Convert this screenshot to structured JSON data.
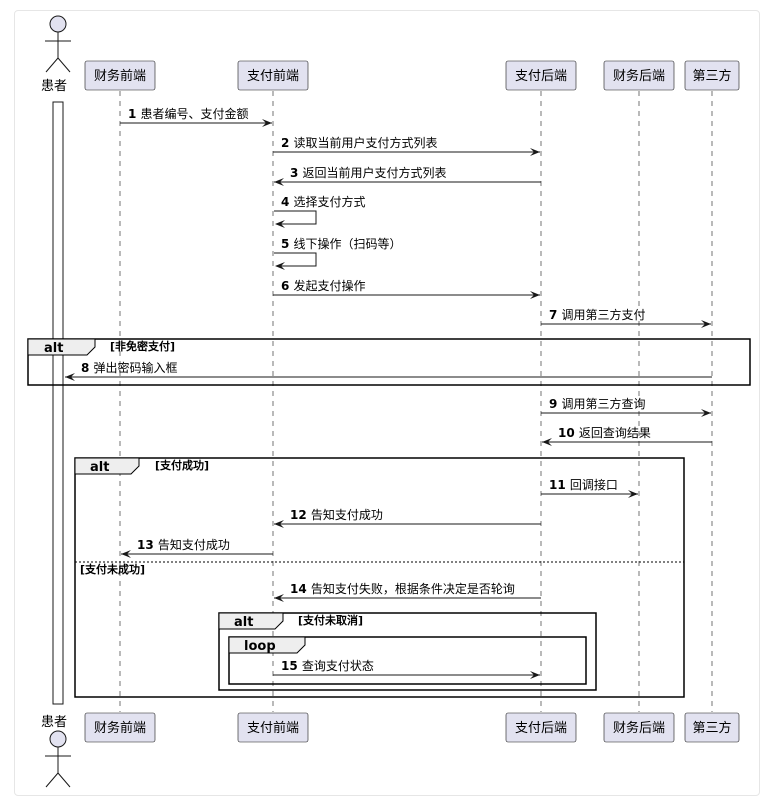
{
  "participants": [
    {
      "id": "patient",
      "label": "患者",
      "kind": "actor"
    },
    {
      "id": "fin_front",
      "label": "财务前端",
      "kind": "participant"
    },
    {
      "id": "pay_front",
      "label": "支付前端",
      "kind": "participant"
    },
    {
      "id": "pay_back",
      "label": "支付后端",
      "kind": "participant"
    },
    {
      "id": "fin_back",
      "label": "财务后端",
      "kind": "participant"
    },
    {
      "id": "third",
      "label": "第三方",
      "kind": "participant"
    }
  ],
  "messages": [
    {
      "num": "1",
      "text": "患者编号、支付金额",
      "from": "fin_front",
      "to": "pay_front"
    },
    {
      "num": "2",
      "text": "读取当前用户支付方式列表",
      "from": "pay_front",
      "to": "pay_back"
    },
    {
      "num": "3",
      "text": "返回当前用户支付方式列表",
      "from": "pay_back",
      "to": "pay_front"
    },
    {
      "num": "4",
      "text": "选择支付方式",
      "from": "pay_front",
      "to": "pay_front"
    },
    {
      "num": "5",
      "text": "线下操作（扫码等）",
      "from": "pay_front",
      "to": "pay_front"
    },
    {
      "num": "6",
      "text": "发起支付操作",
      "from": "pay_front",
      "to": "pay_back"
    },
    {
      "num": "7",
      "text": "调用第三方支付",
      "from": "pay_back",
      "to": "third"
    },
    {
      "num": "8",
      "text": "弹出密码输入框",
      "from": "third",
      "to": "patient"
    },
    {
      "num": "9",
      "text": "调用第三方查询",
      "from": "pay_back",
      "to": "third"
    },
    {
      "num": "10",
      "text": "返回查询结果",
      "from": "third",
      "to": "pay_back"
    },
    {
      "num": "11",
      "text": "回调接口",
      "from": "pay_back",
      "to": "fin_back"
    },
    {
      "num": "12",
      "text": "告知支付成功",
      "from": "pay_back",
      "to": "pay_front"
    },
    {
      "num": "13",
      "text": "告知支付成功",
      "from": "pay_front",
      "to": "fin_front"
    },
    {
      "num": "14",
      "text": "告知支付失败，根据条件决定是否轮询",
      "from": "pay_back",
      "to": "pay_front"
    },
    {
      "num": "15",
      "text": "查询支付状态",
      "from": "pay_front",
      "to": "pay_back"
    }
  ],
  "fragments": [
    {
      "kind": "alt",
      "guard": "[非免密支付]"
    },
    {
      "kind": "alt",
      "guard": "[支付成功]",
      "else_guard": "[支付未成功]"
    },
    {
      "kind": "alt",
      "guard": "[支付未取消]"
    },
    {
      "kind": "loop",
      "guard": ""
    }
  ]
}
